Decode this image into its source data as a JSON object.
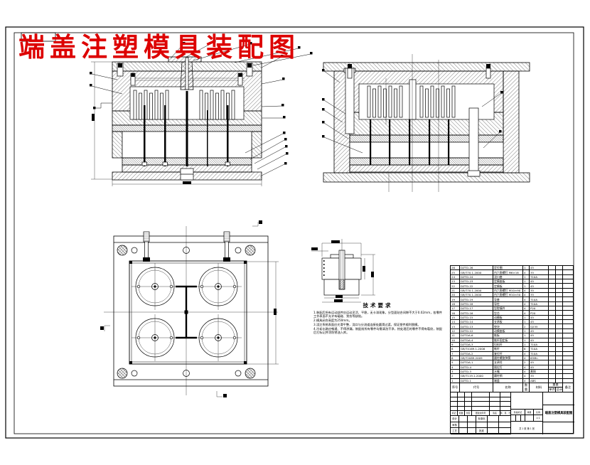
{
  "drawing": {
    "main_title": "端盖注塑模具装配图",
    "accent_color": "#dd0000",
    "line_color": "#000000"
  },
  "tech_requirements": {
    "title": "技术要求",
    "items": [
      "1.装配后所有运动部件应运动灵活、平稳，无卡滞现象，分型面贴合间隙不大于0.02mm，各零件工作表面不允许有磕碰、划伤等缺陷。",
      "2.模具闭合高度为250mm。",
      "3.浇注系统表面应光滑平整，浇口与分流道连接处圆滑过渡，保证塑件顺利脱模。",
      "4.冷却水路应畅通、不得渗漏，装配前所有零件均需清洗干净，热处理后的零件不得有裂纹，装配后打标记并涂防锈油入库。"
    ]
  },
  "bom": {
    "columns": [
      "序号",
      "代号",
      "名称",
      "数量",
      "材料",
      "单件",
      "总计",
      "备注"
    ],
    "weight_header": "重量",
    "rows": [
      [
        "26",
        "DZTD-26",
        "定位圈",
        "1",
        "45",
        "",
        "",
        ""
      ],
      [
        "25",
        "GB/T70.1-2000",
        "内六角螺钉 M6×16",
        "4",
        "35",
        "",
        "",
        ""
      ],
      [
        "24",
        "DZTD-24",
        "浇口套",
        "1",
        "T10A",
        "",
        "",
        ""
      ],
      [
        "23",
        "DZTD-23",
        "定模座板",
        "1",
        "45",
        "",
        "",
        ""
      ],
      [
        "22",
        "DZTD-22",
        "定模板",
        "1",
        "45",
        "",
        "",
        ""
      ],
      [
        "21",
        "GB/T70.1-2000",
        "内六角螺钉 M10×90",
        "4",
        "35",
        "",
        "",
        ""
      ],
      [
        "20",
        "GB/T70.1-2000",
        "内六角螺钉 M10×50",
        "4",
        "35",
        "",
        "",
        ""
      ],
      [
        "19",
        "DZTD-19",
        "导套",
        "4",
        "T10A",
        "",
        "",
        ""
      ],
      [
        "18",
        "DZTD-18",
        "导柱",
        "4",
        "T10A",
        "",
        "",
        ""
      ],
      [
        "17",
        "DZTD-17",
        "型腔镶件",
        "4",
        "P20",
        "",
        "",
        ""
      ],
      [
        "16",
        "DZTD-16",
        "型芯",
        "4",
        "P20",
        "",
        "",
        ""
      ],
      [
        "15",
        "DZTD-15",
        "动模板",
        "1",
        "45",
        "",
        "",
        ""
      ],
      [
        "14",
        "DZTD-14",
        "支承板",
        "1",
        "45",
        "",
        "",
        ""
      ],
      [
        "13",
        "DZTD-13",
        "垫块",
        "2",
        "Q235",
        "",
        "",
        ""
      ],
      [
        "12",
        "DZTD-12",
        "动模座板",
        "1",
        "45",
        "",
        "",
        ""
      ],
      [
        "11",
        "DZTDA-6",
        "推板",
        "1",
        "45",
        "",
        "",
        ""
      ],
      [
        "10",
        "DZTDA-4",
        "推杆固定板",
        "1",
        "45",
        "",
        "",
        ""
      ],
      [
        "9",
        "DZTDA-3",
        "拉料杆",
        "1",
        "T10A",
        "",
        "",
        ""
      ],
      [
        "8",
        "GB/T4169.1-2006",
        "推杆",
        "8",
        "T10A",
        "",
        "",
        ""
      ],
      [
        "7",
        "DZTDA-2",
        "复位杆",
        "4",
        "T10A",
        "",
        "",
        ""
      ],
      [
        "6",
        "GB/T2089-2009",
        "圆柱螺旋弹簧",
        "4",
        "65Mn",
        "",
        "",
        ""
      ],
      [
        "5",
        "DZTDA-1",
        "支承柱",
        "2",
        "45",
        "",
        "",
        ""
      ],
      [
        "4",
        "DZTD-4",
        "限位钉",
        "4",
        "45",
        "",
        "",
        ""
      ],
      [
        "3",
        "DZTD-3",
        "水嘴",
        "4",
        "黄铜",
        "",
        "",
        ""
      ],
      [
        "2",
        "GB/T119.1-2000",
        "圆柱销",
        "4",
        "35",
        "",
        "",
        ""
      ],
      [
        "1",
        "DZTD-1",
        "端盖",
        "4",
        "ABS",
        "",
        "",
        ""
      ]
    ]
  },
  "title_block": {
    "revision_strip": [
      "标记",
      "处数",
      "分区",
      "更改文件号",
      "签名",
      "年、月、日"
    ],
    "sign_rows": [
      [
        "设计",
        "",
        "",
        "标准化",
        "",
        ""
      ],
      [
        "审核",
        "",
        "",
        "",
        "",
        ""
      ],
      [
        "工艺",
        "",
        "",
        "批准",
        "",
        ""
      ]
    ],
    "stage_header": [
      "阶段标记",
      "重量",
      "比例"
    ],
    "scale_value": "1:1",
    "sheets_note": "共 1 张  第 1 张",
    "title": "端盖注塑模具装配图"
  }
}
